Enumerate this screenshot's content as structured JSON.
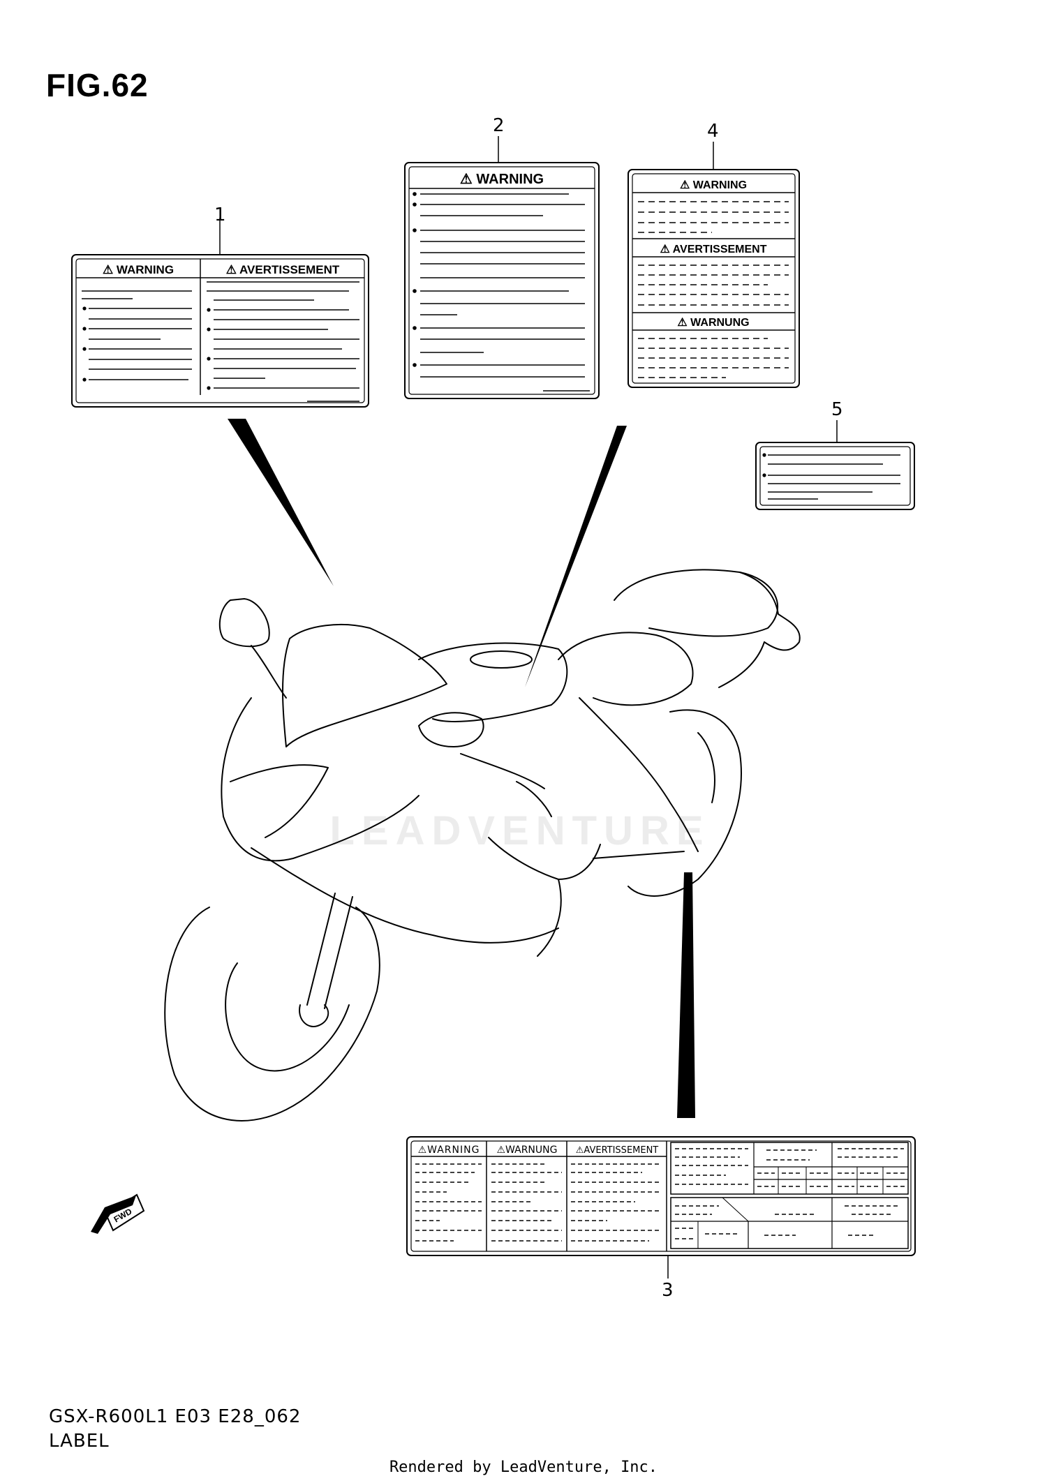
{
  "figure": {
    "title": "FIG.62"
  },
  "callouts": {
    "c1": "1",
    "c2": "2",
    "c3": "3",
    "c4": "4",
    "c5": "5"
  },
  "labels": {
    "label1": {
      "warning": "⚠ WARNING",
      "avertissement": "⚠ AVERTISSEMENT"
    },
    "label2": {
      "warning": "⚠ WARNING"
    },
    "label4": {
      "warning": "⚠ WARNING",
      "avertissement": "⚠ AVERTISSEMENT",
      "warnung": "⚠ WARNUNG"
    },
    "label3": {
      "warning": "⚠WARNING",
      "warnung": "⚠WARNUNG",
      "avertissement": "⚠AVERTISSEMENT"
    }
  },
  "fwd_arrow": {
    "text": "FWD"
  },
  "watermark": {
    "text": "LEADVENTURE"
  },
  "footer": {
    "model_code": "GSX-R600L1 E03 E28_062",
    "section": "LABEL",
    "credit": "Rendered by LeadVenture, Inc."
  }
}
